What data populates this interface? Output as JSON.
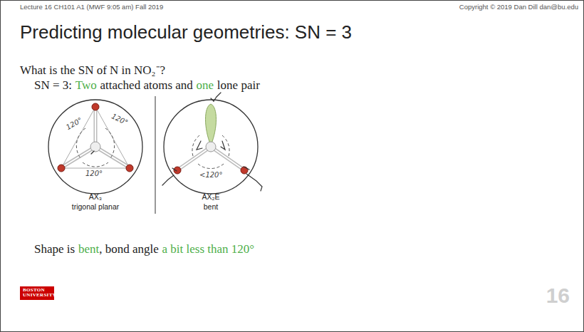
{
  "diagram": {
    "title": "Predicting molecular geometries: SN = 3",
    "nodes": [
      {
        "text": [
          "BOSTON UNIVERSITY"
        ]
      }
    ],
    "labels": [
      "Lecture 16 CH101 A1 (MWF 9:05 am) Fall 2019",
      "Copyright © 2019 Dan Dill dan@bu.edu",
      "What is the SN of N in NO₂⁻?",
      "SN = 3:",
      "Two",
      "attached atoms and",
      "one",
      "lone pair",
      "120°",
      "120°",
      "120°",
      "<120°",
      "AX₃",
      "trigonal planar",
      "AX₂E",
      "bent",
      "Shape is",
      "bent",
      ", bond angle",
      "a bit less than 120°",
      "16"
    ]
  }
}
